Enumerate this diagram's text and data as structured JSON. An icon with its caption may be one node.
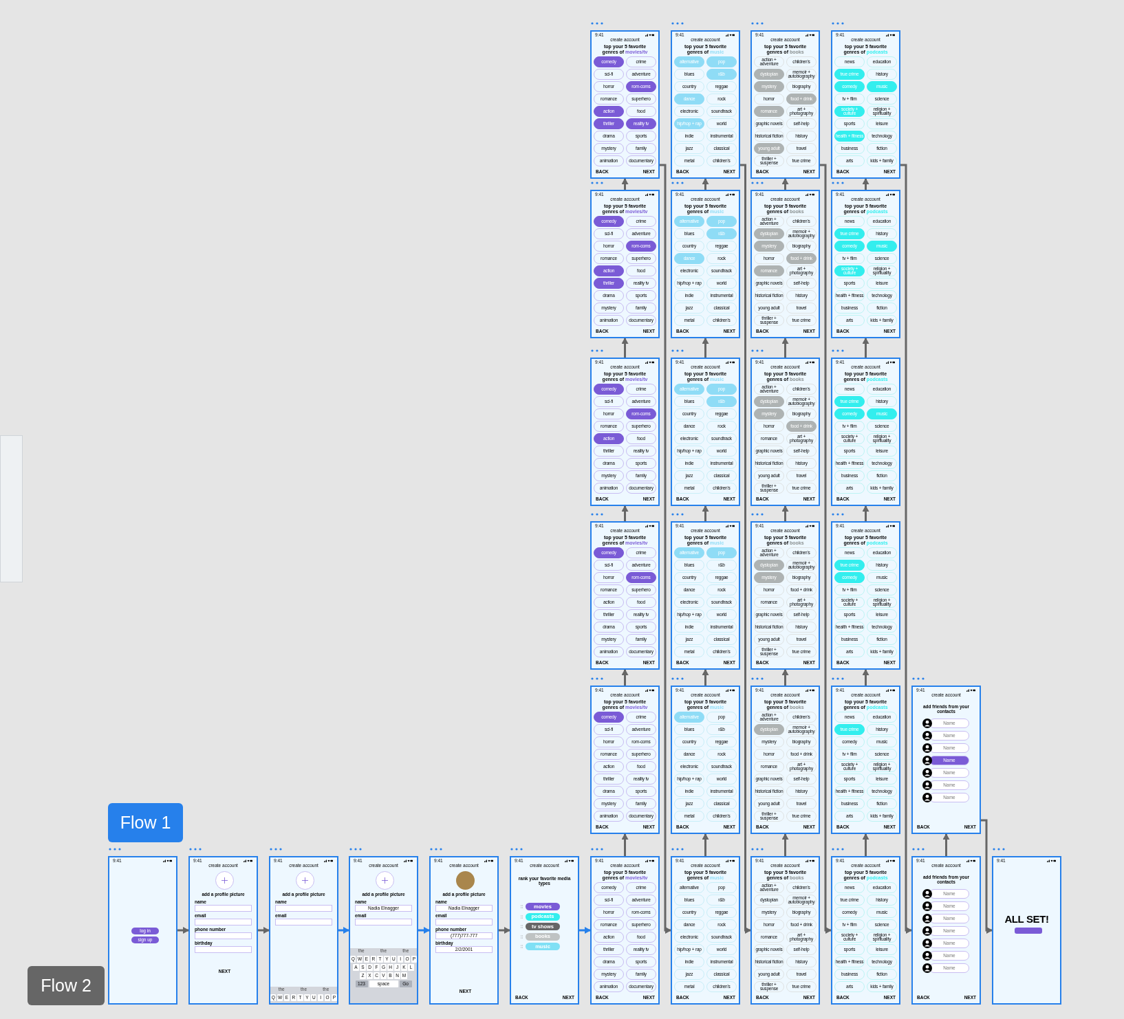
{
  "diagram": {
    "nodes": [
      {
        "text": [
          "9:41",
          "create account",
          "top your 5 favorite genres of",
          "movies/tv",
          "comedy",
          "crime",
          "sci-fi",
          "adventure",
          "horror",
          "rom-coms",
          "romance",
          "superhero",
          "action",
          "food",
          "thriller",
          "reality tv",
          "drama",
          "sports",
          "mystery",
          "family",
          "animation",
          "documentary",
          "BACK",
          "NEXT"
        ]
      },
      {
        "text": [
          "9:41",
          "create account",
          "top your 5 favorite genres of",
          "music",
          "alternative",
          "pop",
          "blues",
          "r&b",
          "country",
          "reggae",
          "dance",
          "rock",
          "electronic",
          "soundtrack",
          "hip/hop + rap",
          "world",
          "indie",
          "instrumental",
          "jazz",
          "classical",
          "metal",
          "children's",
          "BACK",
          "NEXT"
        ]
      },
      {
        "text": [
          "9:41",
          "create account",
          "top your 5 favorite genres of",
          "books",
          "action + adventure",
          "children's",
          "dystopian",
          "memoir + autobiography",
          "mystery",
          "biography",
          "horror",
          "food + drink",
          "romance",
          "art + photography",
          "graphic novels",
          "self-help",
          "historical fiction",
          "history",
          "young adult",
          "travel",
          "thriller + suspense",
          "true crime",
          "BACK",
          "NEXT"
        ]
      },
      {
        "text": [
          "9:41",
          "create account",
          "top your 5 favorite genres of",
          "podcasts",
          "news",
          "education",
          "true crime",
          "history",
          "comedy",
          "music",
          "tv + film",
          "science",
          "society + culture",
          "religion + spirituality",
          "sports",
          "leisure",
          "health + fitness",
          "technology",
          "business",
          "fiction",
          "arts",
          "kids + family",
          "BACK",
          "NEXT"
        ]
      },
      {
        "text": [
          "9:41",
          "create account",
          "top your 5 favorite genres of",
          "movies/tv",
          "comedy",
          "crime",
          "sci-fi",
          "adventure",
          "horror",
          "rom-coms",
          "romance",
          "superhero",
          "action",
          "food",
          "thriller",
          "reality tv",
          "drama",
          "sports",
          "mystery",
          "family",
          "animation",
          "documentary",
          "BACK",
          "NEXT"
        ]
      },
      {
        "text": [
          "9:41",
          "create account",
          "top your 5 favorite genres of",
          "music",
          "alternative",
          "pop",
          "blues",
          "r&b",
          "country",
          "reggae",
          "dance",
          "rock",
          "electronic",
          "soundtrack",
          "hip/hop + rap",
          "world",
          "indie",
          "instrumental",
          "jazz",
          "classical",
          "metal",
          "children's",
          "BACK",
          "NEXT"
        ]
      },
      {
        "text": [
          "9:41",
          "create account",
          "top your 5 favorite genres of",
          "books",
          "action + adventure",
          "children's",
          "dystopian",
          "memoir + autobiography",
          "mystery",
          "biography",
          "horror",
          "food + drink",
          "romance",
          "art + photography",
          "graphic novels",
          "self-help",
          "historical fiction",
          "history",
          "young adult",
          "travel",
          "thriller + suspense",
          "true crime",
          "BACK",
          "NEXT"
        ]
      },
      {
        "text": [
          "9:41",
          "create account",
          "top your 5 favorite genres of",
          "podcasts",
          "news",
          "education",
          "true crime",
          "history",
          "comedy",
          "music",
          "tv + film",
          "science",
          "society + culture",
          "religion + spirituality",
          "sports",
          "leisure",
          "health + fitness",
          "technology",
          "business",
          "fiction",
          "arts",
          "kids + family",
          "BACK",
          "NEXT"
        ]
      },
      {
        "text": [
          "9:41",
          "create account",
          "top your 5 favorite genres of",
          "movies/tv",
          "comedy",
          "crime",
          "sci-fi",
          "adventure",
          "horror",
          "rom-coms",
          "romance",
          "superhero",
          "action",
          "food",
          "thriller",
          "reality tv",
          "drama",
          "sports",
          "mystery",
          "family",
          "animation",
          "documentary",
          "BACK",
          "NEXT"
        ]
      },
      {
        "text": [
          "9:41",
          "create account",
          "top your 5 favorite genres of",
          "music",
          "alternative",
          "pop",
          "blues",
          "r&b",
          "country",
          "reggae",
          "dance",
          "rock",
          "electronic",
          "soundtrack",
          "hip/hop + rap",
          "world",
          "indie",
          "instrumental",
          "jazz",
          "classical",
          "metal",
          "children's",
          "BACK",
          "NEXT"
        ]
      },
      {
        "text": [
          "9:41",
          "create account",
          "top your 5 favorite genres of",
          "books",
          "action + adventure",
          "children's",
          "dystopian",
          "memoir + autobiography",
          "mystery",
          "biography",
          "horror",
          "food + drink",
          "romance",
          "art + photography",
          "graphic novels",
          "self-help",
          "historical fiction",
          "history",
          "young adult",
          "travel",
          "thriller + suspense",
          "true crime",
          "BACK",
          "NEXT"
        ]
      },
      {
        "text": [
          "9:41",
          "create account",
          "top your 5 favorite genres of",
          "podcasts",
          "news",
          "education",
          "true crime",
          "history",
          "comedy",
          "music",
          "tv + film",
          "science",
          "society + culture",
          "religion + spirituality",
          "sports",
          "leisure",
          "health + fitness",
          "technology",
          "business",
          "fiction",
          "arts",
          "kids + family",
          "BACK",
          "NEXT"
        ]
      },
      {
        "text": [
          "9:41",
          "create account",
          "top your 5 favorite genres of",
          "movies/tv",
          "comedy",
          "crime",
          "sci-fi",
          "adventure",
          "horror",
          "rom-coms",
          "romance",
          "superhero",
          "action",
          "food",
          "thriller",
          "reality tv",
          "drama",
          "sports",
          "mystery",
          "family",
          "animation",
          "documentary",
          "BACK",
          "NEXT"
        ]
      },
      {
        "text": [
          "9:41",
          "create account",
          "top your 5 favorite genres of",
          "music",
          "alternative",
          "pop",
          "blues",
          "r&b",
          "country",
          "reggae",
          "dance",
          "rock",
          "electronic",
          "soundtrack",
          "hip/hop + rap",
          "world",
          "indie",
          "instrumental",
          "jazz",
          "classical",
          "metal",
          "children's",
          "BACK",
          "NEXT"
        ]
      },
      {
        "text": [
          "9:41",
          "create account",
          "top your 5 favorite genres of",
          "books",
          "action + adventure",
          "children's",
          "dystopian",
          "memoir + autobiography",
          "mystery",
          "biography",
          "horror",
          "food + drink",
          "romance",
          "art + photography",
          "graphic novels",
          "self-help",
          "historical fiction",
          "history",
          "young adult",
          "travel",
          "thriller + suspense",
          "true crime",
          "BACK",
          "NEXT"
        ]
      },
      {
        "text": [
          "9:41",
          "create account",
          "top your 5 favorite genres of",
          "podcasts",
          "news",
          "education",
          "true crime",
          "history",
          "comedy",
          "music",
          "tv + film",
          "science",
          "society + culture",
          "religion + spirituality",
          "sports",
          "leisure",
          "health + fitness",
          "technology",
          "business",
          "fiction",
          "arts",
          "kids + family",
          "BACK",
          "NEXT"
        ]
      },
      {
        "text": [
          "9:41",
          "create account",
          "top your 5 favorite genres of",
          "movies/tv",
          "comedy",
          "crime",
          "sci-fi",
          "adventure",
          "horror",
          "rom-coms",
          "romance",
          "superhero",
          "action",
          "food",
          "thriller",
          "reality tv",
          "drama",
          "sports",
          "mystery",
          "family",
          "animation",
          "documentary",
          "BACK",
          "NEXT"
        ]
      },
      {
        "text": [
          "9:41",
          "create account",
          "top your 5 favorite genres of",
          "music",
          "alternative",
          "pop",
          "blues",
          "r&b",
          "country",
          "reggae",
          "dance",
          "rock",
          "electronic",
          "soundtrack",
          "hip/hop + rap",
          "world",
          "indie",
          "instrumental",
          "jazz",
          "classical",
          "metal",
          "children's",
          "BACK",
          "NEXT"
        ]
      },
      {
        "text": [
          "9:41",
          "create account",
          "top your 5 favorite genres of",
          "books",
          "action + adventure",
          "children's",
          "dystopian",
          "memoir + autobiography",
          "mystery",
          "biography",
          "horror",
          "food + drink",
          "romance",
          "art + photography",
          "graphic novels",
          "self-help",
          "historical fiction",
          "history",
          "young adult",
          "travel",
          "thriller + suspense",
          "true crime",
          "BACK",
          "NEXT"
        ]
      },
      {
        "text": [
          "9:41",
          "create account",
          "top your 5 favorite genres of",
          "podcasts",
          "news",
          "education",
          "true crime",
          "history",
          "comedy",
          "music",
          "tv + film",
          "science",
          "society + culture",
          "religion + spirituality",
          "sports",
          "leisure",
          "health + fitness",
          "technology",
          "business",
          "fiction",
          "arts",
          "kids + family",
          "BACK",
          "NEXT"
        ]
      },
      {
        "text": [
          "9:41",
          "create account",
          "add friends from your contacts",
          "Name",
          "Name",
          "Name",
          "Name",
          "Name",
          "Name",
          "Name",
          "BACK",
          "NEXT"
        ]
      },
      {
        "text": [
          "9:41",
          "log in",
          "sign up"
        ]
      },
      {
        "text": [
          "9:41",
          "create account",
          "add a profile picture",
          "name",
          "email",
          "phone number",
          "birthday",
          "NEXT"
        ]
      },
      {
        "text": [
          "9:41",
          "create account",
          "add a profile picture",
          "name",
          "email",
          "the",
          "the",
          "the",
          "Q",
          "W",
          "E",
          "R",
          "T",
          "Y",
          "U",
          "I",
          "O",
          "P"
        ]
      },
      {
        "text": [
          "9:41",
          "create account",
          "add a profile picture",
          "name",
          "Nadia Elnagger",
          "email",
          "the",
          "the",
          "the",
          "Q",
          "W",
          "E",
          "R",
          "T",
          "Y",
          "U",
          "I",
          "O",
          "P",
          "A",
          "S",
          "D",
          "F",
          "G",
          "H",
          "J",
          "K",
          "L",
          "Z",
          "X",
          "C",
          "V",
          "B",
          "N",
          "M",
          "123",
          "space",
          "Go"
        ]
      },
      {
        "text": [
          "9:41",
          "create account",
          "add a profile picture",
          "name",
          "Nadia Elnagger",
          "email",
          "phone number",
          "(777)777-777",
          "birthday",
          "2/2/2001",
          "NEXT"
        ]
      },
      {
        "text": [
          "9:41",
          "create account",
          "rank your favorite media types",
          "movies",
          "podcasts",
          "tv shows",
          "books",
          "music",
          "BACK",
          "NEXT"
        ]
      },
      {
        "text": [
          "9:41",
          "create account",
          "top your 5 favorite genres of",
          "movies/tv",
          "comedy",
          "crime",
          "sci-fi",
          "adventure",
          "horror",
          "rom-coms",
          "romance",
          "superhero",
          "action",
          "food",
          "thriller",
          "reality tv",
          "drama",
          "sports",
          "mystery",
          "family",
          "animation",
          "documentary",
          "BACK",
          "NEXT"
        ]
      },
      {
        "text": [
          "9:41",
          "create account",
          "top your 5 favorite genres of",
          "music",
          "alternative",
          "pop",
          "blues",
          "r&b",
          "country",
          "reggae",
          "dance",
          "rock",
          "electronic",
          "soundtrack",
          "hip/hop + rap",
          "world",
          "indie",
          "instrumental",
          "jazz",
          "classical",
          "metal",
          "children's",
          "BACK",
          "NEXT"
        ]
      },
      {
        "text": [
          "9:41",
          "create account",
          "top your 5 favorite genres of",
          "books",
          "action + adventure",
          "children's",
          "dystopian",
          "memoir + autobiography",
          "mystery",
          "biography",
          "horror",
          "food + drink",
          "romance",
          "art + photography",
          "graphic novels",
          "self-help",
          "historical fiction",
          "history",
          "young adult",
          "travel",
          "thriller + suspense",
          "true crime",
          "BACK",
          "NEXT"
        ]
      },
      {
        "text": [
          "9:41",
          "create account",
          "top your 5 favorite genres of",
          "podcasts",
          "news",
          "education",
          "true crime",
          "history",
          "comedy",
          "music",
          "tv + film",
          "science",
          "society + culture",
          "religion + spirituality",
          "sports",
          "leisure",
          "health + fitness",
          "technology",
          "business",
          "fiction",
          "arts",
          "kids + family",
          "BACK",
          "NEXT"
        ]
      },
      {
        "text": [
          "9:41",
          "create account",
          "add friends from your contacts",
          "Name",
          "Name",
          "Name",
          "Name",
          "Name",
          "Name",
          "Name",
          "BACK",
          "NEXT"
        ]
      },
      {
        "text": [
          "9:41",
          "ALL SET!"
        ]
      }
    ],
    "edges": [
      {
        "from": 21,
        "to": 22,
        "arrow": "to"
      },
      {
        "from": 22,
        "to": 23,
        "arrow": "to"
      },
      {
        "from": 23,
        "to": 24,
        "arrow": "to",
        "color": "#2680eb"
      },
      {
        "from": 24,
        "to": 25,
        "arrow": "to",
        "color": "#2680eb"
      },
      {
        "from": 25,
        "to": 26,
        "arrow": "to"
      },
      {
        "from": 26,
        "to": 27,
        "arrow": "to",
        "color": "#2680eb"
      },
      {
        "from": 27,
        "to": 16,
        "arrow": "to"
      },
      {
        "from": 16,
        "to": 12,
        "arrow": "to"
      },
      {
        "from": 12,
        "to": 8,
        "arrow": "to"
      },
      {
        "from": 8,
        "to": 4,
        "arrow": "to"
      },
      {
        "from": 4,
        "to": 0,
        "arrow": "to"
      },
      {
        "from": 0,
        "to": 28,
        "arrow": "to"
      },
      {
        "from": 28,
        "to": 17,
        "arrow": "to"
      },
      {
        "from": 17,
        "to": 13,
        "arrow": "to"
      },
      {
        "from": 13,
        "to": 9,
        "arrow": "to"
      },
      {
        "from": 9,
        "to": 5,
        "arrow": "to"
      },
      {
        "from": 5,
        "to": 1,
        "arrow": "to"
      },
      {
        "from": 1,
        "to": 29,
        "arrow": "to"
      },
      {
        "from": 29,
        "to": 18,
        "arrow": "to"
      },
      {
        "from": 18,
        "to": 14,
        "arrow": "to"
      },
      {
        "from": 14,
        "to": 10,
        "arrow": "to"
      },
      {
        "from": 10,
        "to": 6,
        "arrow": "to"
      },
      {
        "from": 6,
        "to": 2,
        "arrow": "to"
      },
      {
        "from": 2,
        "to": 30,
        "arrow": "to"
      },
      {
        "from": 30,
        "to": 19,
        "arrow": "to"
      },
      {
        "from": 19,
        "to": 15,
        "arrow": "to"
      },
      {
        "from": 15,
        "to": 11,
        "arrow": "to"
      },
      {
        "from": 11,
        "to": 7,
        "arrow": "to"
      },
      {
        "from": 7,
        "to": 3,
        "arrow": "to"
      },
      {
        "from": 3,
        "to": 31,
        "arrow": "to"
      },
      {
        "from": 31,
        "to": 20,
        "arrow": "to"
      },
      {
        "from": 20,
        "to": 32,
        "arrow": "to"
      }
    ],
    "labels": [
      "Flow 1",
      "Flow 2"
    ]
  }
}
